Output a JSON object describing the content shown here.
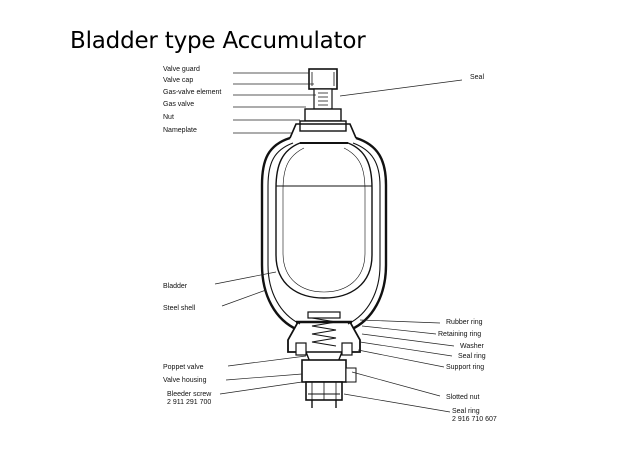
{
  "slide": {
    "title": "Bladder type Accumulator"
  },
  "labels": {
    "valve_guard": "Valve guard",
    "valve_cap": "Valve cap",
    "gas_valve_element": "Gas-valve element",
    "gas_valve": "Gas valve",
    "nut": "Nut",
    "nameplate": "Nameplate",
    "seal": "Seal",
    "bladder": "Bladder",
    "steel_shell": "Steel shell",
    "poppet_valve": "Poppet valve",
    "valve_housing": "Valve housing",
    "bleeder_screw": "Bleeder screw",
    "bleeder_screw_number": "2 911 291 700",
    "rubber_ring": "Rubber ring",
    "retaining_ring": "Retaining ring",
    "washer": "Washer",
    "seal_ring": "Seal ring",
    "support_ring": "Support ring",
    "slotted_nut": "Slotted nut",
    "seal_ring_bottom": "Seal ring",
    "seal_ring_bottom_number": "2 916 710 607"
  }
}
